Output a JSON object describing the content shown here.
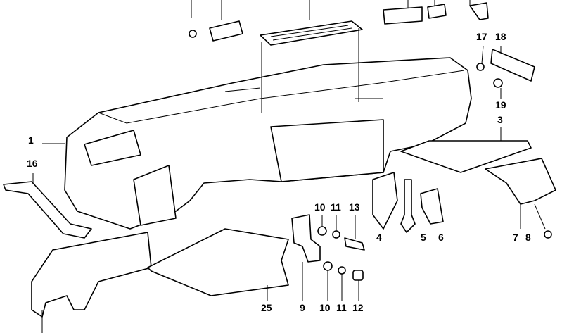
{
  "diagram": {
    "callouts": [
      "1",
      "16",
      "17",
      "18",
      "19",
      "3",
      "10",
      "11",
      "13",
      "4",
      "5",
      "6",
      "7",
      "8",
      "9",
      "10",
      "11",
      "12",
      "25"
    ]
  }
}
